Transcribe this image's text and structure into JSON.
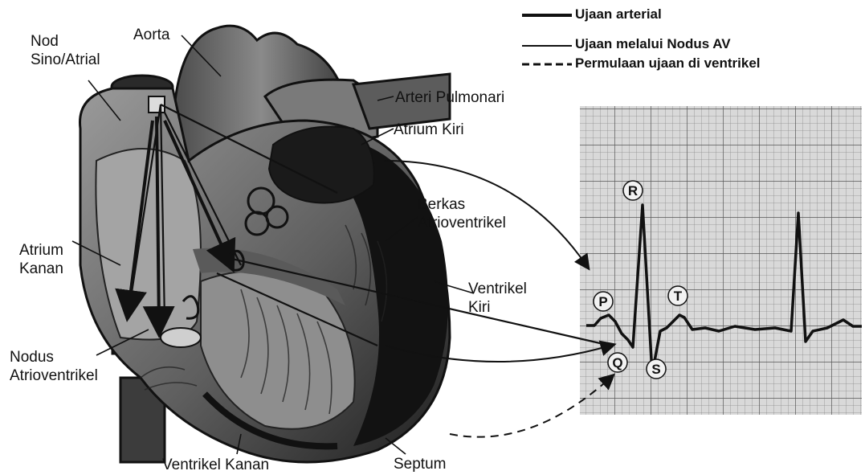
{
  "legend": [
    {
      "label": "Ujaan arterial",
      "style": "solid-thick"
    },
    {
      "label": "Ujaan melalui Nodus AV",
      "style": "solid"
    },
    {
      "label": "Permulaan ujaan di ventrikel",
      "style": "dashed"
    }
  ],
  "labels": {
    "nod_sino_atrial": [
      "Nod",
      "Sino/Atrial"
    ],
    "aorta": "Aorta",
    "arteri_pulmonari": "Arteri Pulmonari",
    "atrium_kiri": "Atrium Kiri",
    "berkas_atrioventrikel": [
      "Berkas",
      "Atrioventrikel"
    ],
    "atrium_kanan": [
      "Atrium",
      "Kanan"
    ],
    "ventrikel_kiri": [
      "Ventrikel",
      "Kiri"
    ],
    "nodus_atrioventrikel": [
      "Nodus",
      "Atrioventrikel"
    ],
    "ventrikel_kanan": "Ventrikel Kanan",
    "septum": "Septum"
  },
  "ecg": {
    "wave_labels": [
      "P",
      "Q",
      "R",
      "S",
      "T"
    ]
  },
  "colors": {
    "ink": "#111111",
    "grid": "#9a9a9a",
    "ecg_background": "#d9d9d9",
    "heart_dark": "#1c1c1c",
    "heart_mid": "#6f6f6f",
    "heart_light": "#bdbdbd"
  }
}
